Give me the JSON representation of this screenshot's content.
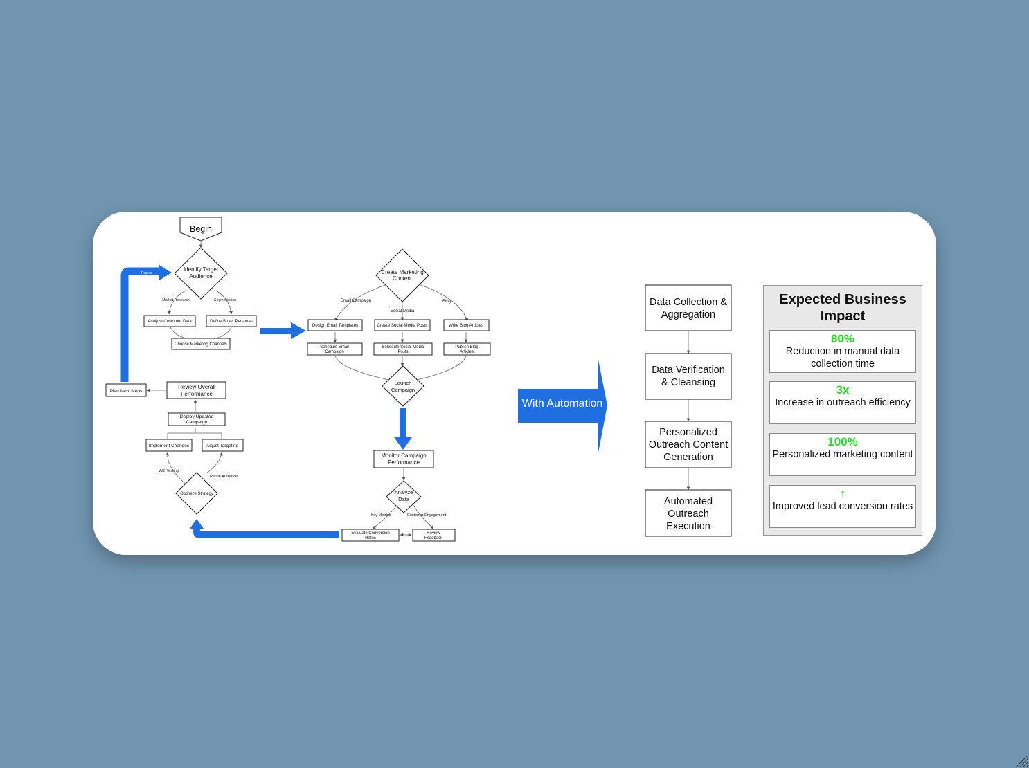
{
  "flowchart": {
    "begin": "Begin",
    "identify_audience": [
      "Identify Target",
      "Audience"
    ],
    "repeat_label": "Repeat",
    "market_research": "Market Research",
    "segmentation": "Segmentation",
    "analyze_customer_data": "Analyze Customer Data",
    "define_buyer_personas": "Define Buyer Personas",
    "choose_channels": "Choose Marketing Channels",
    "create_content": [
      "Create Marketing",
      "Content"
    ],
    "email_campaign": "Email Campaign",
    "social_media": "Social Media",
    "blog": "Blog",
    "design_email": "Design Email Templates",
    "create_social": "Create Social Media Posts",
    "write_blog": "Write Blog Articles",
    "schedule_email": [
      "Schedule Email",
      "Campaign"
    ],
    "schedule_social": [
      "Schedule Social Media",
      "Posts"
    ],
    "publish_blog": [
      "Publish Blog",
      "Articles"
    ],
    "launch_campaign": [
      "Launch",
      "Campaign"
    ],
    "monitor_performance": [
      "Monitor Campaign",
      "Performance"
    ],
    "analyze_data": [
      "Analyze",
      "Data"
    ],
    "key_metrics": "Key Metrics",
    "customer_engagement": "Customer Engagement",
    "evaluate_conversion": [
      "Evaluate Conversion",
      "Rates"
    ],
    "review_feedback": [
      "Review",
      "Feedback"
    ],
    "optimize_strategy": "Optimize Strategy",
    "ab_testing": "A/B Testing",
    "refine_audience": "Refine Audience",
    "implement_changes": "Implement Changes",
    "adjust_targeting": "Adjust Targeting",
    "deploy_updated": [
      "Deploy Updated",
      "Campaign"
    ],
    "review_overall": [
      "Review Overall",
      "Performance"
    ],
    "plan_next_steps": "Plan Next Steps"
  },
  "automation_arrow": {
    "label": "With Automation",
    "color": "#1f6fe0"
  },
  "automated_process": [
    [
      "Data Collection &",
      "Aggregation"
    ],
    [
      "Data Verification",
      "& Cleansing"
    ],
    [
      "Personalized",
      "Outreach Content",
      "Generation"
    ],
    [
      "Automated",
      "Outreach",
      "Execution"
    ]
  ],
  "impact": {
    "title": "Expected Business Impact",
    "metric_color": "#22dd22",
    "items": [
      {
        "metric": "80%",
        "description": "Reduction in manual data collection time"
      },
      {
        "metric": "3x",
        "description": "Increase in outreach efficiency"
      },
      {
        "metric": "100%",
        "description": "Personalized marketing content"
      },
      {
        "metric": "↑",
        "description": "Improved lead conversion rates"
      }
    ]
  },
  "colors": {
    "background": "#7195b1",
    "card": "#ffffff",
    "flow_arrow": "#1f6fe0"
  }
}
